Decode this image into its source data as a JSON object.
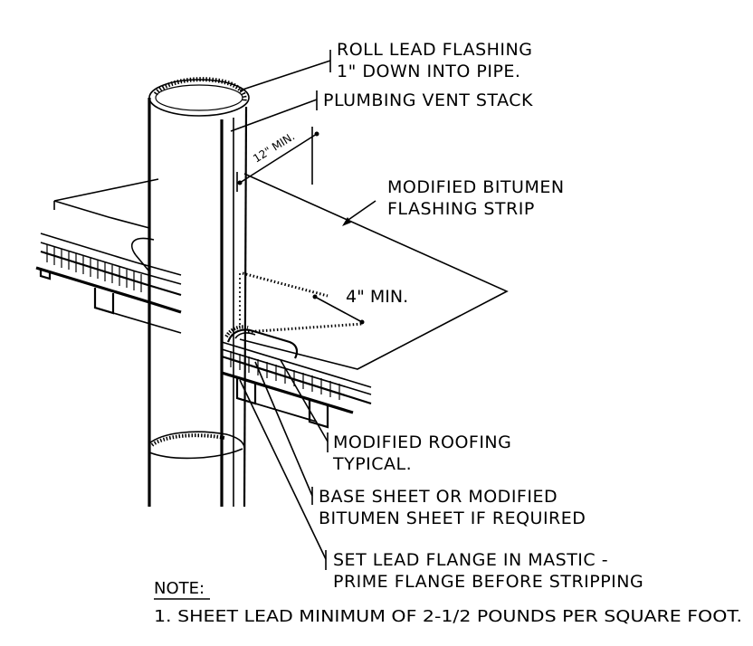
{
  "labels": {
    "roll_lead_1": "ROLL LEAD FLASHING",
    "roll_lead_2": "1\" DOWN INTO PIPE.",
    "vent_stack": "PLUMBING VENT STACK",
    "bitumen_strip_1": "MODIFIED BITUMEN",
    "bitumen_strip_2": "FLASHING STRIP",
    "roofing_1": "MODIFIED ROOFING",
    "roofing_2": "TYPICAL.",
    "base_sheet_1": "BASE SHEET OR MODIFIED",
    "base_sheet_2": "BITUMEN SHEET IF REQUIRED",
    "lead_flange_1": "SET LEAD FLANGE IN MASTIC -",
    "lead_flange_2": "PRIME FLANGE BEFORE STRIPPING"
  },
  "dimensions": {
    "twelve_min": "12\" MIN.",
    "four_min": "4\" MIN."
  },
  "notes": {
    "heading": "NOTE:",
    "line_1": "1. SHEET LEAD MINIMUM OF 2-1/2 POUNDS PER SQUARE FOOT."
  }
}
